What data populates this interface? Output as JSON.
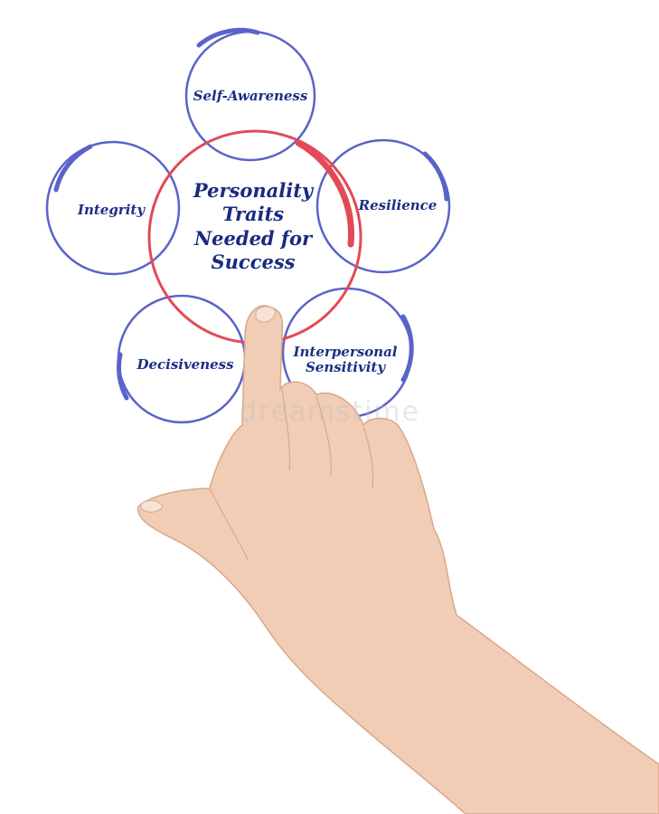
{
  "diagram": {
    "center": {
      "lines": [
        "Personality",
        "Traits",
        "Needed for",
        "Success"
      ]
    },
    "traits": {
      "self_awareness": "Self-Awareness",
      "integrity": "Integrity",
      "resilience": "Resilience",
      "decisiveness": "Decisiveness",
      "interpersonal_line1": "Interpersonal",
      "interpersonal_line2": "Sensitivity"
    }
  },
  "watermark": "dreamstime",
  "colors": {
    "ring_blue": "#5a63c8",
    "ring_red": "#e24a57",
    "text_blue": "#1c2f86",
    "skin": "#f1cdb5",
    "skin_shadow": "#d9a78c"
  }
}
